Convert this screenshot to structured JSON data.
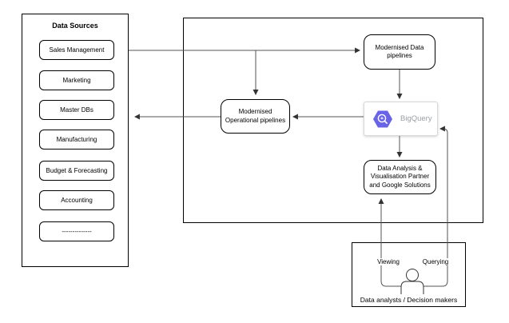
{
  "diagram": {
    "data_sources": {
      "title": "Data Sources",
      "items": [
        "Sales Management",
        "Marketing",
        "Master DBs",
        "Manufacturing",
        "Budget & Forecasting",
        "Accounting",
        "--------------"
      ]
    },
    "nodes": {
      "modern_data_pipelines": "Modernised Data pipelines",
      "operational_pipelines": "Modernised Operational pipelines",
      "bigquery": "BigQuery",
      "analysis": "Data Analysis & Visualisation Partner and Google Solutions"
    },
    "users": {
      "viewing": "Viewing",
      "querying": "Querying",
      "caption": "Data analysts / Decision makers"
    },
    "icons": {
      "bigquery": "hexagon-magnifier",
      "person": "user-silhouette"
    },
    "colors": {
      "bigquery_logo": "#6963e8",
      "bigquery_text": "#9aa0a6",
      "connector": "#555555",
      "box_border": "#000000"
    }
  }
}
